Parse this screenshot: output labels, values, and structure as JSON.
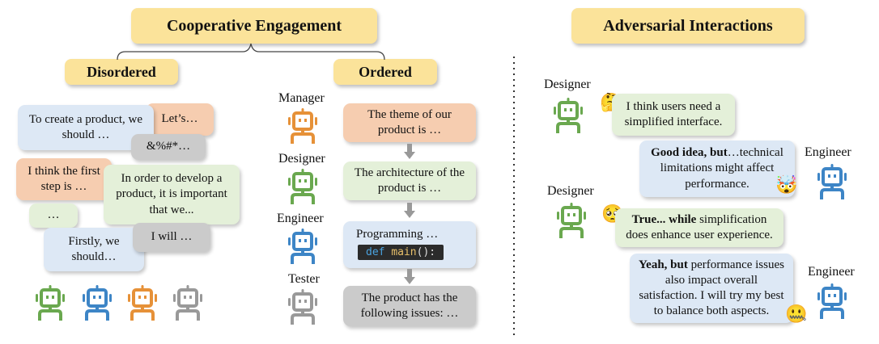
{
  "headers": {
    "cooperative": "Cooperative Engagement",
    "adversarial": "Adversarial Interactions",
    "disordered": "Disordered",
    "ordered": "Ordered"
  },
  "disordered_bubbles": {
    "b1": "To create a product, we should …",
    "b2": "Let’s…",
    "b3": "&%#*…",
    "b4": "I think the first step is …",
    "b5": "In order to develop a product, it is important that we...",
    "b6": "…",
    "b7": "Firstly, we should…",
    "b8": "I will …"
  },
  "ordered": {
    "manager_label": "Manager",
    "manager_text": "The theme of our product is …",
    "designer_label": "Designer",
    "designer_text": "The architecture of the product is …",
    "engineer_label": "Engineer",
    "engineer_text": "Programming …",
    "code_keyword": "def",
    "code_fn": "main",
    "code_rest": "():",
    "tester_label": "Tester",
    "tester_text": "The product has the following issues: …"
  },
  "adversarial": {
    "designer1_label": "Designer",
    "designer1_text": "I think users need a simplified interface.",
    "engineer1_label": "Engineer",
    "engineer1_bold": "Good idea, but",
    "engineer1_text": "…technical limitations might affect performance.",
    "designer2_label": "Designer",
    "designer2_bold": "True... while",
    "designer2_text": " simplification does enhance user experience.",
    "engineer2_label": "Engineer",
    "engineer2_bold": "Yeah, but",
    "engineer2_text": " performance issues  also impact overall satisfaction. I will try my best to balance both aspects."
  },
  "colors": {
    "robot_green": "#6aa84f",
    "robot_blue": "#3d85c6",
    "robot_orange": "#e69138",
    "robot_gray": "#999999"
  },
  "emojis": {
    "thinking": "🤔",
    "exploding": "🤯",
    "pleading": "🥺",
    "zipper": "🤐"
  }
}
